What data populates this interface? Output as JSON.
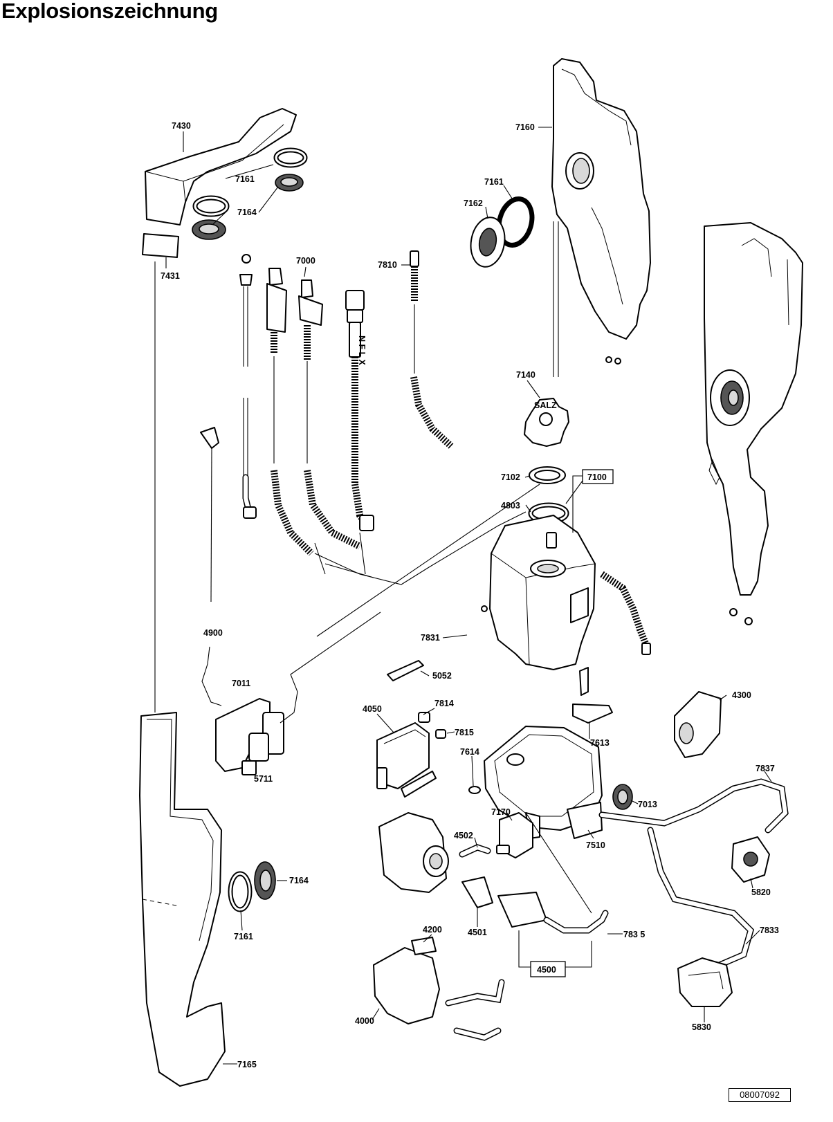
{
  "title": "Explosionszeichnung",
  "drawing_number": "08007092",
  "parts": [
    {
      "id": "p7430",
      "label": "7430"
    },
    {
      "id": "p7161a",
      "label": "7161"
    },
    {
      "id": "p7164a",
      "label": "7164"
    },
    {
      "id": "p7431",
      "label": "7431"
    },
    {
      "id": "p7000",
      "label": "7000"
    },
    {
      "id": "p7810",
      "label": "7810"
    },
    {
      "id": "p7160",
      "label": "7160"
    },
    {
      "id": "p7161b",
      "label": "7161"
    },
    {
      "id": "p7162",
      "label": "7162"
    },
    {
      "id": "p7140",
      "label": "7140"
    },
    {
      "id": "p7102",
      "label": "7102"
    },
    {
      "id": "p7100",
      "label": "7100"
    },
    {
      "id": "p4803",
      "label": "4803"
    },
    {
      "id": "p4900",
      "label": "4900"
    },
    {
      "id": "p7011",
      "label": "7011"
    },
    {
      "id": "p5711",
      "label": "5711"
    },
    {
      "id": "p7831",
      "label": "7831"
    },
    {
      "id": "p5052",
      "label": "5052"
    },
    {
      "id": "p4050",
      "label": "4050"
    },
    {
      "id": "p7814",
      "label": "7814"
    },
    {
      "id": "p7815",
      "label": "7815"
    },
    {
      "id": "p7614",
      "label": "7614"
    },
    {
      "id": "p7613",
      "label": "7613"
    },
    {
      "id": "p4300",
      "label": "4300"
    },
    {
      "id": "p7837",
      "label": "7837"
    },
    {
      "id": "p7013",
      "label": "7013"
    },
    {
      "id": "p7170",
      "label": "7170"
    },
    {
      "id": "p4502",
      "label": "4502"
    },
    {
      "id": "p7510",
      "label": "7510"
    },
    {
      "id": "p5820",
      "label": "5820"
    },
    {
      "id": "p7164b",
      "label": "7164"
    },
    {
      "id": "p7161c",
      "label": "7161"
    },
    {
      "id": "p4501",
      "label": "4501"
    },
    {
      "id": "p4200",
      "label": "4200"
    },
    {
      "id": "p7835",
      "label": "783 5"
    },
    {
      "id": "p7833",
      "label": "7833"
    },
    {
      "id": "p4500",
      "label": "4500"
    },
    {
      "id": "p4000",
      "label": "4000"
    },
    {
      "id": "p5830",
      "label": "5830"
    },
    {
      "id": "p7165",
      "label": "7165"
    }
  ],
  "hose_print": "N F L X",
  "valve_cap_print": "SALZ",
  "callout_icons": [
    "salt-cap-icon",
    "electric-plug-icon",
    "water-valve-icon",
    "pump-icon"
  ]
}
